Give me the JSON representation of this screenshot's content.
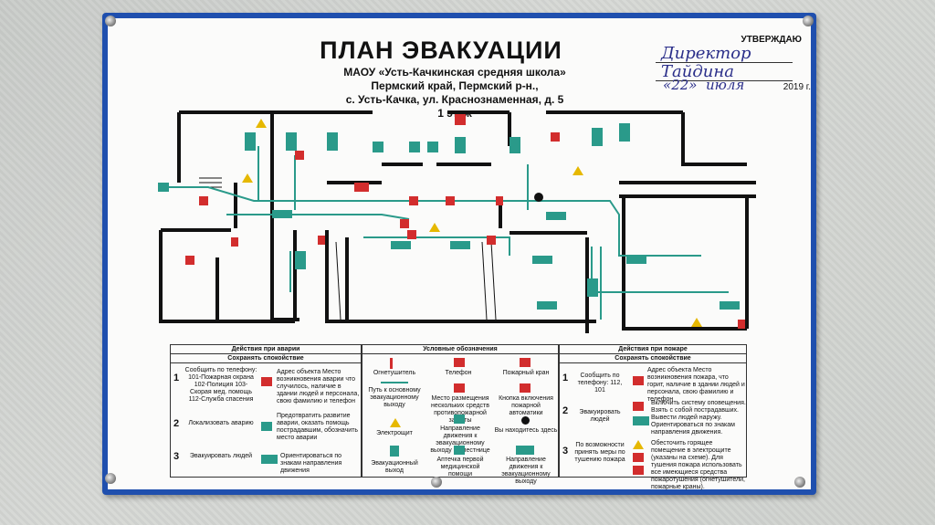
{
  "title": "ПЛАН ЭВАКУАЦИИ",
  "school": {
    "line1": "МАОУ «Усть-Качкинская средняя школа»",
    "line2": "Пермский край, Пермский р-н.,",
    "line3": "с. Усть-Качка, ул. Краснознаменная, д. 5",
    "floor": "1 этаж"
  },
  "approval": {
    "label": "УТВЕРЖДАЮ",
    "position": "Директор",
    "name": "Тайдина",
    "day": "22",
    "month": "июля",
    "year": "2019 г."
  },
  "accident": {
    "header1": "Действия при аварии",
    "header2": "Сохранять спокойствие",
    "rows": [
      {
        "n": "1",
        "action": "Сообщить по телефону: 101-Пожарная охрана 102-Полиция 103-Скорая мед. помощь 112-Служба спасения",
        "note": "Адрес объекта Место возникновения аварии что случилось, наличие в здании людей и персонала, свою фамилию и телефон"
      },
      {
        "n": "2",
        "action": "Локализовать аварию",
        "note": "Предотвратить развитие аварии, оказать помощь пострадавшим, обозначить место аварии"
      },
      {
        "n": "3",
        "action": "Эвакуировать людей",
        "note": "Ориентироваться по знакам направления движения"
      }
    ]
  },
  "legend": {
    "header": "Условные обозначения",
    "items": [
      {
        "label": "Огнетушитель",
        "icon": "fire-extinguisher-icon"
      },
      {
        "label": "Телефон",
        "icon": "phone-icon"
      },
      {
        "label": "Пожарный кран",
        "icon": "fire-hydrant-icon"
      },
      {
        "label": "Путь к основному эвакуационному выходу",
        "icon": "main-route-icon"
      },
      {
        "label": "Место размещения нескольких средств противопожарной защиты",
        "icon": "fire-equipment-icon"
      },
      {
        "label": "Кнопка включения пожарной автоматики",
        "icon": "fire-button-icon"
      },
      {
        "label": "Электрощит",
        "icon": "electric-panel-icon"
      },
      {
        "label": "Направление движения к эвакуационному выходу по лестнице",
        "icon": "stairs-route-icon"
      },
      {
        "label": "Вы находитесь здесь",
        "icon": "you-are-here-icon"
      },
      {
        "label": "Эвакуационный выход",
        "icon": "emergency-exit-icon"
      },
      {
        "label": "Аптечка первой медицинской помощи",
        "icon": "first-aid-icon"
      },
      {
        "label": "Направление движения к эвакуационному выходу",
        "icon": "exit-direction-icon"
      }
    ]
  },
  "fire": {
    "header1": "Действия при пожаре",
    "header2": "Сохранять спокойствие",
    "rows": [
      {
        "n": "1",
        "action": "Сообщить по телефону: 112, 101",
        "note": "Адрес объекта Место возникновения пожара, что горит, наличие в здании людей и персонала, свою фамилию и телефон"
      },
      {
        "n": "2",
        "action": "Эвакуировать людей",
        "note": "Включить систему оповещения. Взять с собой пострадавших. Вывести людей наружу. Ориентироваться по знакам направления движения."
      },
      {
        "n": "3",
        "action": "По возможности принять меры по тушению пожара",
        "note": "Обесточить горящее помещение в электрощите (указаны на схеме). Для тушения пожара использовать все имеющиеся средства пожаротушения (огнетушители, пожарные краны)."
      }
    ]
  },
  "colors": {
    "frame": "#1f4fae",
    "route": "#2a9a8a",
    "fire": "#d22d2d",
    "warn": "#e6b800"
  }
}
